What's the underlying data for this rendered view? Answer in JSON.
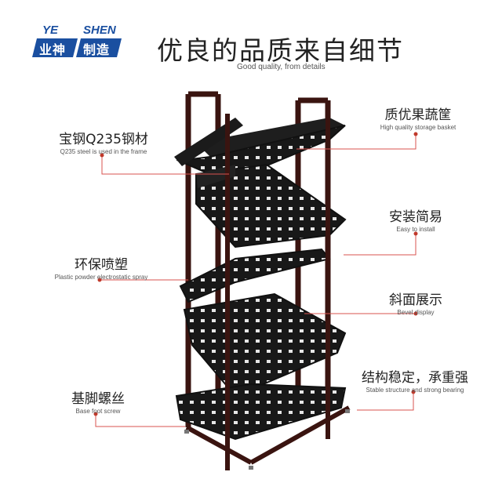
{
  "brand": {
    "latin_1": "YE",
    "latin_2": "SHEN",
    "chinese_1": "业神",
    "chinese_2": "制造",
    "color": "#1a4fa0"
  },
  "headline": {
    "title": "优良的品质来自细节",
    "subtitle": "Good quality, from details"
  },
  "features_left": [
    {
      "cn": "宝钢Q235钢材",
      "en": "Q235 steel is used in the frame"
    },
    {
      "cn": "环保喷塑",
      "en": "Plastic powder electrostatic spray"
    },
    {
      "cn": "基脚螺丝",
      "en": "Base foot screw"
    }
  ],
  "features_right": [
    {
      "cn": "质优果蔬筐",
      "en": "High quality storage basket"
    },
    {
      "cn": "安装简易",
      "en": "Easy to install"
    },
    {
      "cn": "斜面展示",
      "en": "Bevel display"
    },
    {
      "cn": "结构稳定，承重强",
      "en": "Stable structure and strong bearing"
    }
  ],
  "colors": {
    "callout_line": "#d9534f",
    "callout_dot": "#c0392b",
    "frame": "#3a1410",
    "basket": "#151515"
  }
}
